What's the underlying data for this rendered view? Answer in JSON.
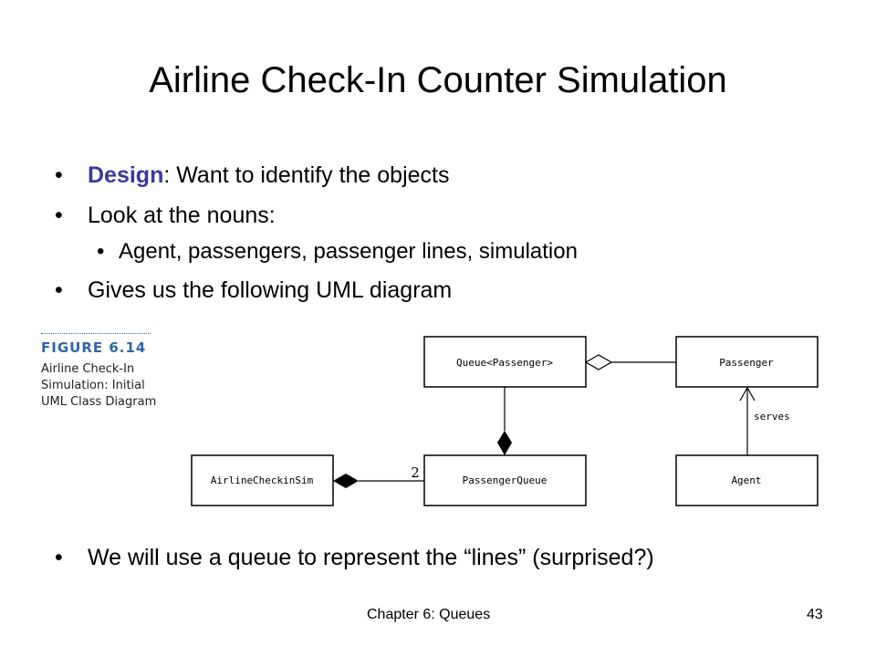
{
  "slide": {
    "title": "Airline Check-In Counter Simulation",
    "bullets": [
      {
        "emphasis": "Design",
        "text": ": Want to identify the objects"
      },
      {
        "text": "Look at the nouns:"
      },
      {
        "text": "Agent, passengers, passenger lines, simulation"
      },
      {
        "text": "Gives us the following UML diagram"
      },
      {
        "text": "We will use a queue to represent the “lines” (surprised?)"
      }
    ],
    "bullet_glyph": "•"
  },
  "figure": {
    "heading": "FIGURE 6.14",
    "caption_lines": [
      "Airline Check-In",
      "Simulation: Initial",
      "UML Class Diagram"
    ]
  },
  "uml": {
    "classes": {
      "queue": "Queue<Passenger>",
      "passenger": "Passenger",
      "sim": "AirlineCheckinSim",
      "pqueue": "PassengerQueue",
      "agent": "Agent"
    },
    "relations": {
      "serves_label": "serves",
      "multiplicity": "2"
    }
  },
  "footer": {
    "chapter": "Chapter 6: Queues",
    "page": "43"
  }
}
